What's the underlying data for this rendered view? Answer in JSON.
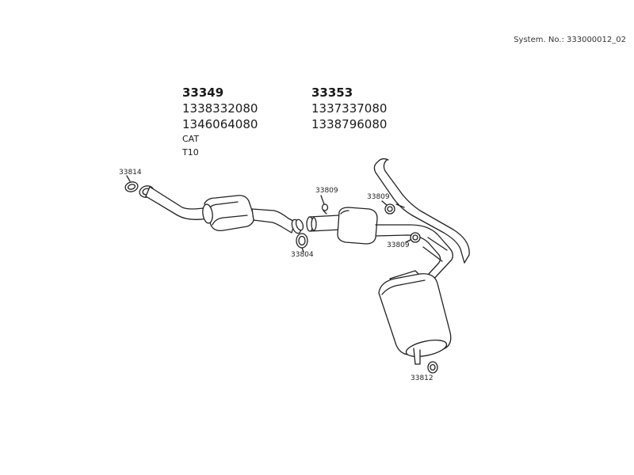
{
  "system_number": "System. No.: 333000012_02",
  "groups": [
    {
      "main": "33349",
      "numbers": [
        "1338332080",
        "1346064080"
      ],
      "notes": [
        "CAT",
        "T10"
      ]
    },
    {
      "main": "33353",
      "numbers": [
        "1337337080",
        "1338796080"
      ],
      "notes": []
    }
  ],
  "callouts": {
    "c33814": "33814",
    "c33809a": "33809",
    "c33809b": "33809",
    "c33809c": "33809",
    "c33804": "33804",
    "c33812": "33812"
  }
}
